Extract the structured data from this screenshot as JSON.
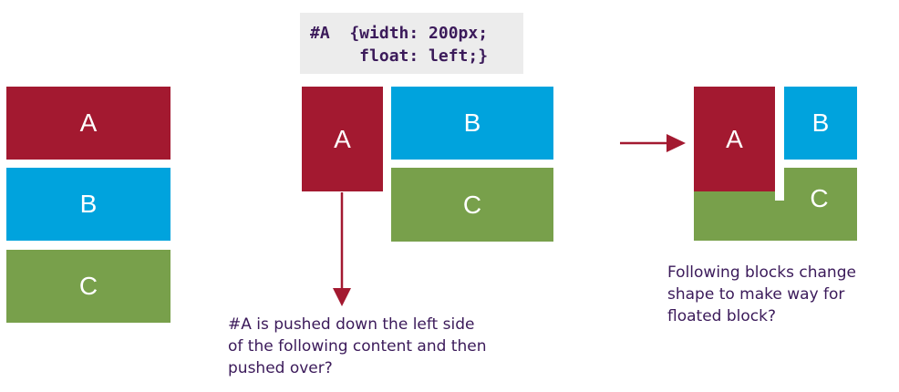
{
  "code": {
    "line1": "#A  {width: 200px;",
    "line2": "     float: left;}"
  },
  "left_stack": {
    "a": "A",
    "b": "B",
    "c": "C"
  },
  "middle_layout": {
    "a": "A",
    "b": "B",
    "c": "C"
  },
  "right_layout": {
    "a": "A",
    "b": "B",
    "c": "C"
  },
  "notes": {
    "pushed_down": [
      "#A is pushed down the left side",
      "of the following content and then",
      "pushed over?"
    ],
    "change_shape": [
      "Following blocks change",
      "shape to make way for",
      "floated block?"
    ]
  },
  "colors": {
    "a": "#a31930",
    "b": "#00a3dd",
    "c": "#78a04b",
    "text": "#3b1a5a",
    "arrow": "#a31930"
  }
}
